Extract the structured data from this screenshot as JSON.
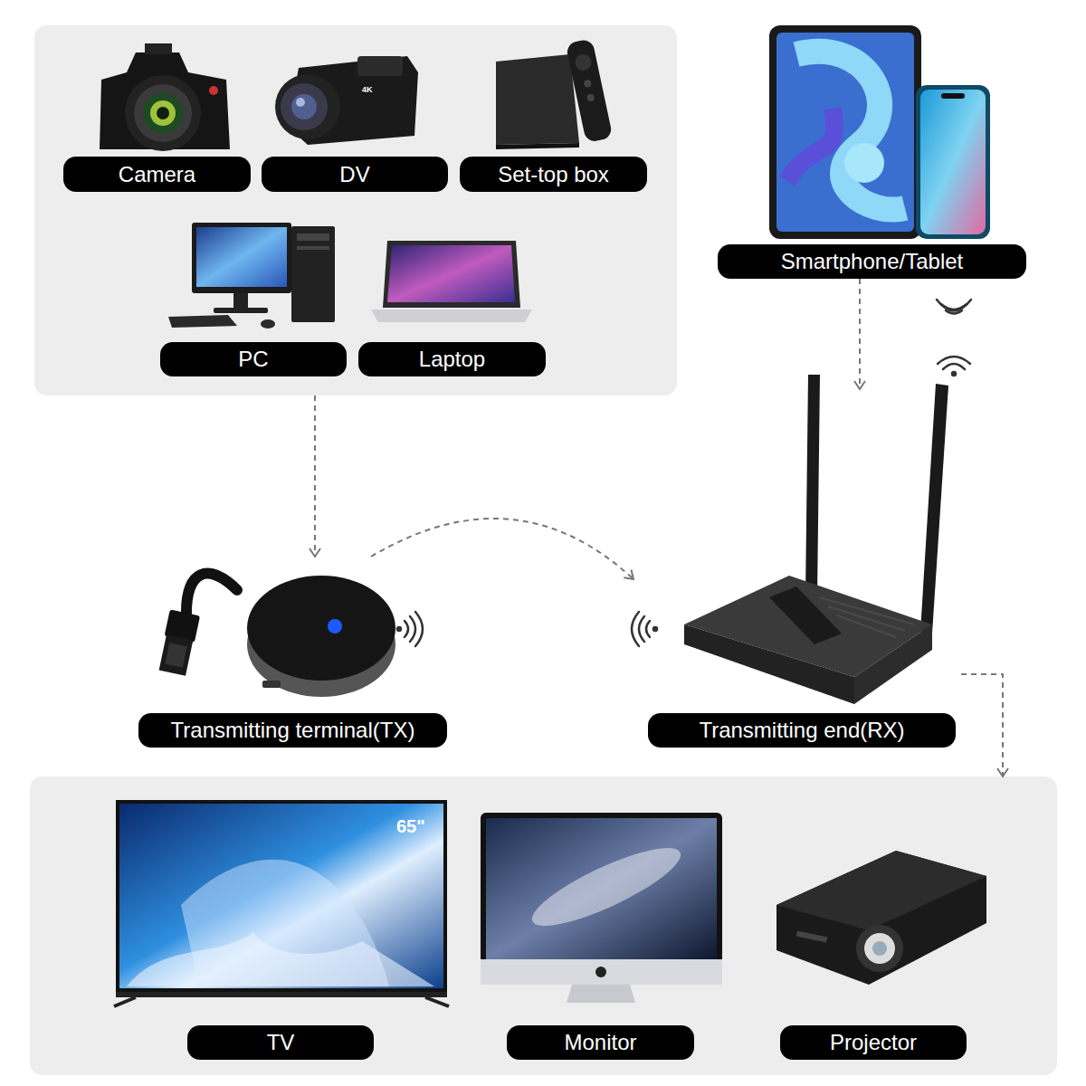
{
  "diagram": {
    "nodes": [
      {
        "text": []
      },
      {
        "text": [
          "Camera"
        ],
        "in": 0
      },
      {
        "text": [
          "DV"
        ],
        "in": 0
      },
      {
        "text": [
          "Set-top box"
        ],
        "in": 0
      },
      {
        "text": [
          "PC"
        ],
        "in": 0
      },
      {
        "text": [
          "Laptop"
        ],
        "in": 0
      },
      {
        "text": [
          "Smartphone/Tablet"
        ]
      },
      {
        "text": [
          "Transmitting terminal(TX)"
        ]
      },
      {
        "text": [
          "Transmitting end(RX)"
        ]
      },
      {
        "text": []
      },
      {
        "text": [
          "TV"
        ],
        "in": 9
      },
      {
        "text": [
          "Monitor"
        ],
        "in": 9
      },
      {
        "text": [
          "Projector"
        ],
        "in": 9
      }
    ],
    "edges": [
      {
        "from": 0,
        "to": 7,
        "arrow": "to"
      },
      {
        "from": 7,
        "to": 8,
        "arrow": "to"
      },
      {
        "from": 6,
        "to": 8,
        "arrow": "to"
      },
      {
        "from": 8,
        "to": 9,
        "arrow": "to"
      }
    ],
    "labels": [
      "4K",
      "65\""
    ]
  }
}
